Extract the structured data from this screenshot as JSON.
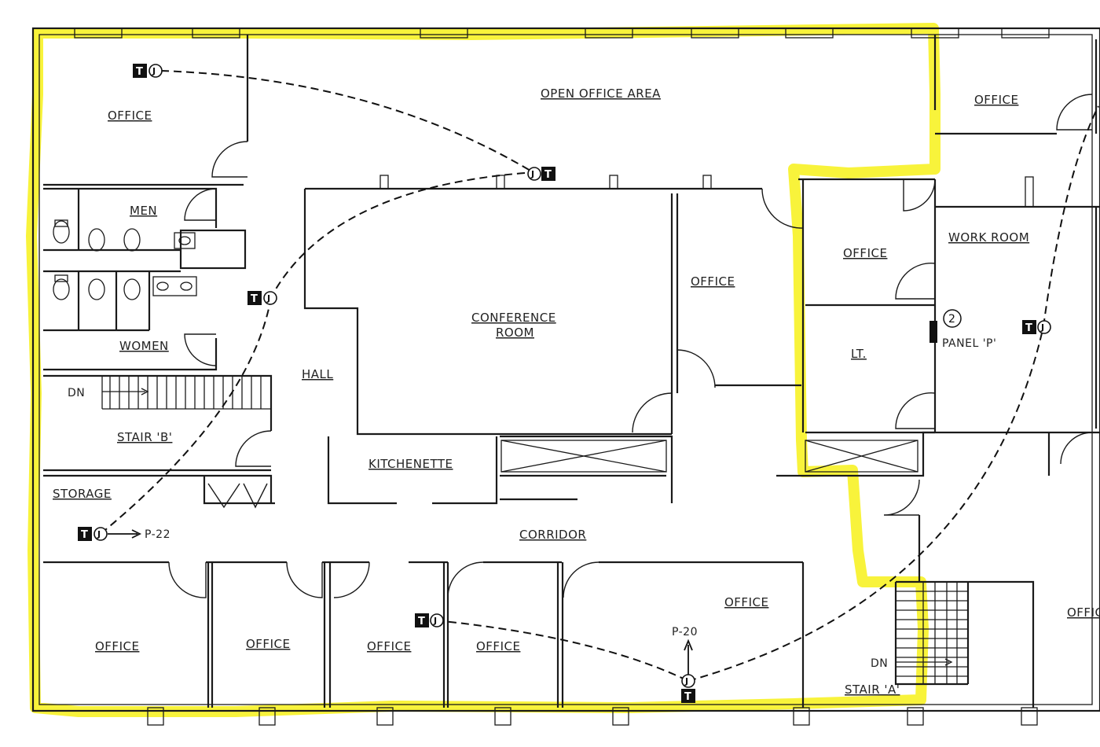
{
  "rooms": {
    "office_nw": "OFFICE",
    "open_office": "OPEN OFFICE AREA",
    "office_ne": "OFFICE",
    "men": "MEN",
    "women": "WOMEN",
    "conference_line1": "CONFERENCE",
    "conference_line2": "ROOM",
    "office_center": "OFFICE",
    "office_east": "OFFICE",
    "work_room": "WORK ROOM",
    "lt": "LT.",
    "hall": "HALL",
    "stair_b": "STAIR 'B'",
    "kitchenette": "KITCHENETTE",
    "storage": "STORAGE",
    "corridor": "CORRIDOR",
    "office_s1": "OFFICE",
    "office_s2": "OFFICE",
    "office_s3": "OFFICE",
    "office_s4": "OFFICE",
    "office_se": "OFFICE",
    "stair_a": "STAIR 'A'",
    "office_far_se": "OFFIC"
  },
  "stair_labels": {
    "dn_b": "DN",
    "dn_a": "DN"
  },
  "panel": {
    "number": "2",
    "label": "PANEL 'P'"
  },
  "references": {
    "p22": "P-22",
    "p20": "P-20"
  },
  "markers": {
    "t": "T",
    "j": "J"
  },
  "colors": {
    "highlight": "#f7f22a",
    "linework": "#1a1a1a"
  }
}
